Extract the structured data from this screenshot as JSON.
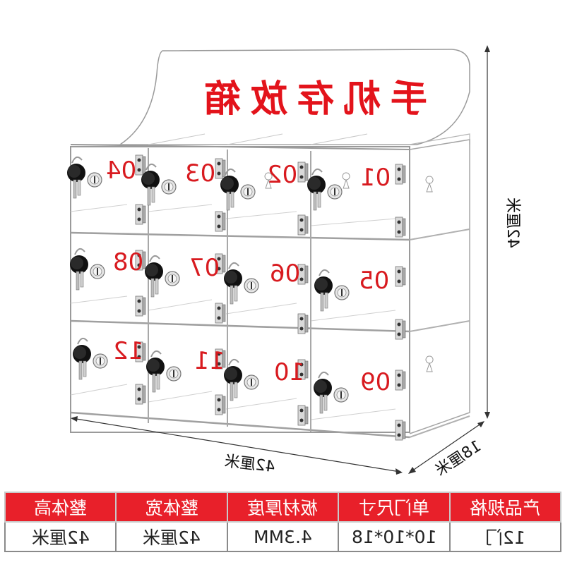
{
  "product": {
    "title": "手机存放箱",
    "title_color": "#e3131b",
    "orientation": "horizontally mirrored"
  },
  "dimensions": {
    "width_label": "42厘米",
    "height_label": "42厘米",
    "depth_label": "18厘米"
  },
  "lockers": [
    {
      "row": 1,
      "numbers": [
        "04",
        "03",
        "02",
        "01"
      ]
    },
    {
      "row": 2,
      "numbers": [
        "08",
        "07",
        "06",
        "05"
      ]
    },
    {
      "row": 3,
      "numbers": [
        "12",
        "11",
        "10",
        "09"
      ]
    }
  ],
  "locker_number_color": "#d81a1f",
  "spec_table": {
    "header_color": "#e8202a",
    "headers": [
      "整体高",
      "整体宽",
      "板材厚度",
      "单门尺寸",
      "产品规格"
    ],
    "values": [
      "42厘米",
      "42厘米",
      "4.3MM",
      "10*10*18",
      "12门"
    ]
  }
}
